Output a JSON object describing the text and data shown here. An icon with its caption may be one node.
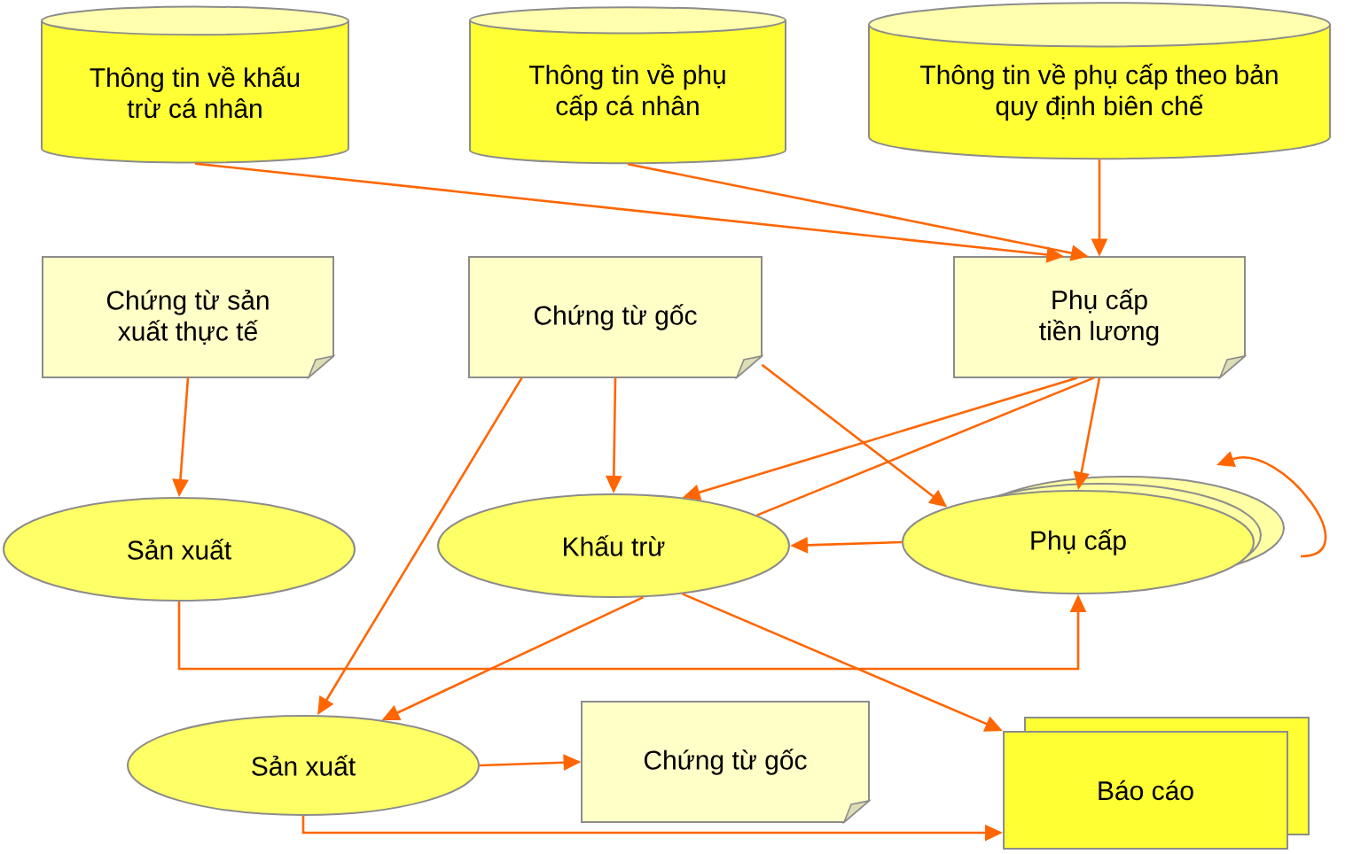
{
  "diagram": {
    "nodes": [
      {
        "text": [
          "Thông tin về khấu trừ cá nhân"
        ]
      },
      {
        "text": [
          "Thông tin về phụ cấp cá nhân"
        ]
      },
      {
        "text": [
          "Thông tin về phụ cấp theo bản quy định biên chế"
        ]
      },
      {
        "text": [
          "Chứng từ sản xuất thực tế"
        ]
      },
      {
        "text": [
          "Chứng từ gốc"
        ]
      },
      {
        "text": [
          "Phụ cấp tiền lương"
        ]
      },
      {
        "text": [
          "Sản xuất"
        ]
      },
      {
        "text": [
          "Khấu trừ"
        ]
      },
      {
        "text": [
          "Phụ cấp"
        ]
      },
      {
        "text": [
          "Sản xuất"
        ]
      },
      {
        "text": [
          "Chứng từ gốc"
        ]
      },
      {
        "text": [
          "Báo cáo"
        ]
      }
    ],
    "edges": [
      {
        "from": 0,
        "to": 5,
        "arrow": "to"
      },
      {
        "from": 1,
        "to": 5,
        "arrow": "to"
      },
      {
        "from": 2,
        "to": 5,
        "arrow": "to"
      },
      {
        "from": 3,
        "to": 6,
        "arrow": "to"
      },
      {
        "from": 4,
        "to": 7,
        "arrow": "to"
      },
      {
        "from": 4,
        "to": 8,
        "arrow": "to"
      },
      {
        "from": 4,
        "to": 9,
        "arrow": "to"
      },
      {
        "from": 5,
        "to": 7,
        "arrow": "to"
      },
      {
        "from": 5,
        "to": 7,
        "arrow": "none"
      },
      {
        "from": 5,
        "to": 8,
        "arrow": "to"
      },
      {
        "from": 8,
        "to": 8,
        "arrow": "to"
      },
      {
        "from": 6,
        "to": 8,
        "arrow": "to"
      },
      {
        "from": 8,
        "to": 7,
        "arrow": "to"
      },
      {
        "from": 7,
        "to": 9,
        "arrow": "to"
      },
      {
        "from": 7,
        "to": 11,
        "arrow": "to"
      },
      {
        "from": 9,
        "to": 10,
        "arrow": "to"
      },
      {
        "from": 9,
        "to": 11,
        "arrow": "to"
      }
    ]
  }
}
